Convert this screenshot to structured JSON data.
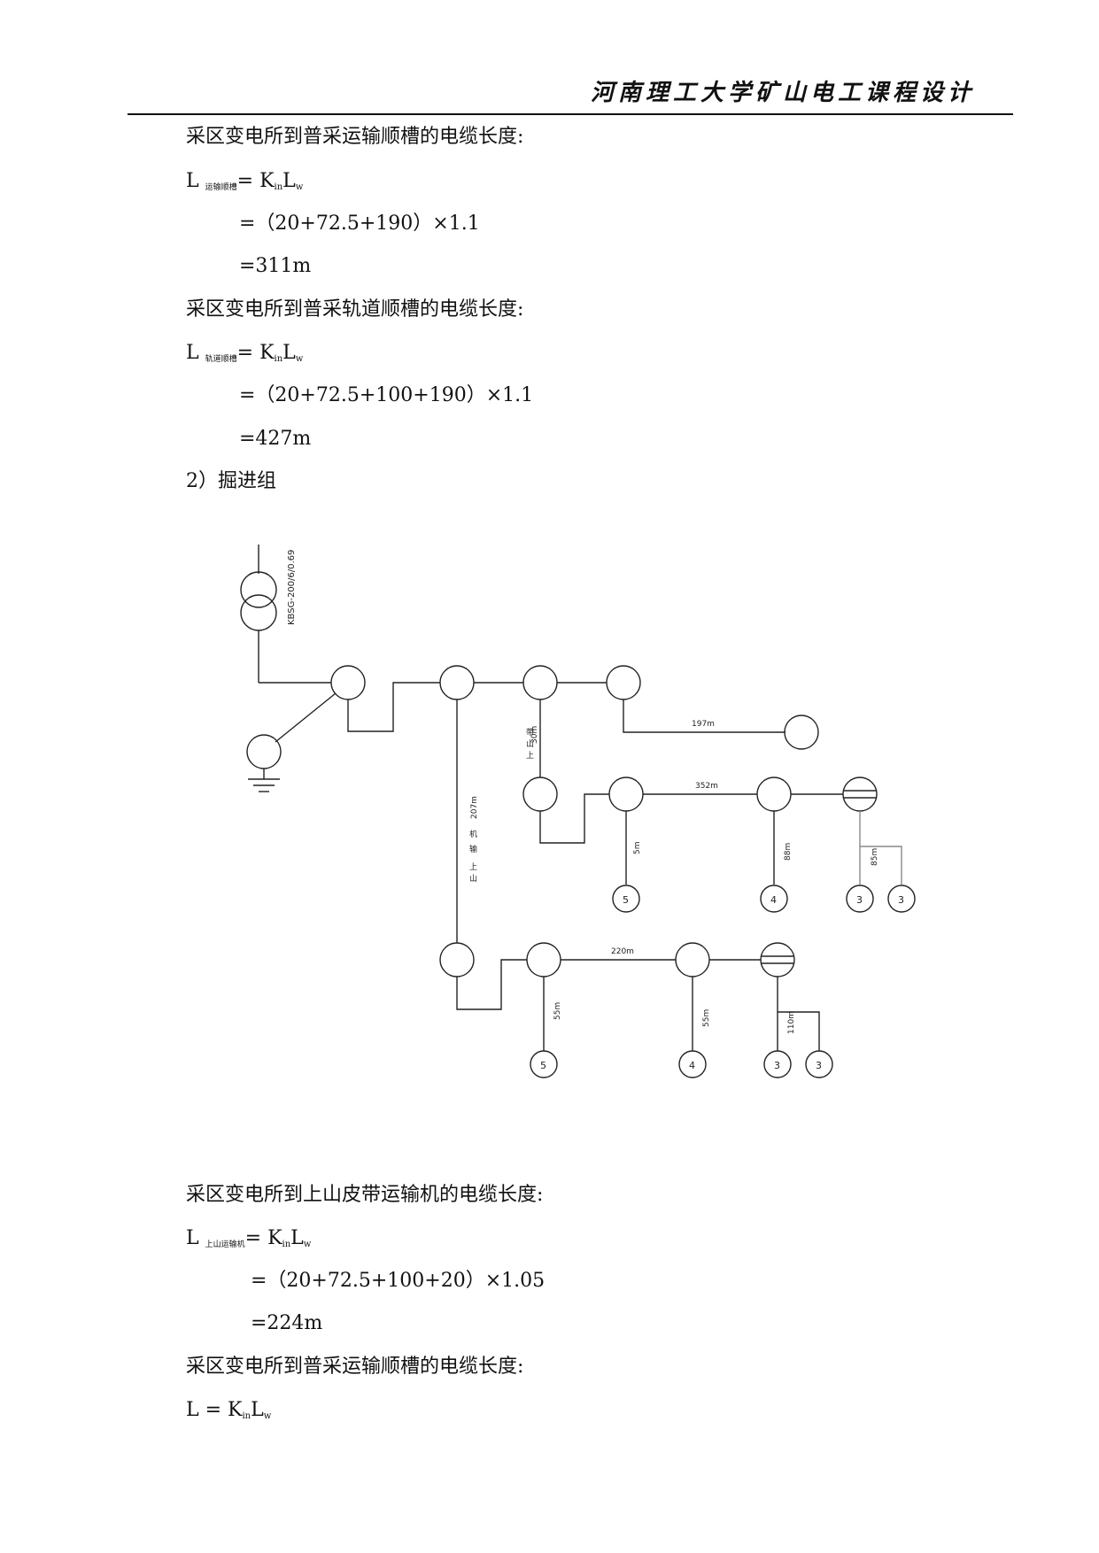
{
  "header": {
    "title": "河南理工大学矿山电工课程设计"
  },
  "section1": {
    "para1": "采区变电所到普采运输顺槽的电缆长度:",
    "f1_L": "L",
    "f1_sub": "运输顺槽",
    "f1_eq": "=",
    "f1_K": "K",
    "f1_Ksub": "in",
    "f1_Lw": "L",
    "f1_Lwsub": "w",
    "f1_line2": "=（20+72.5+190）×1.1",
    "f1_line3": "=311m",
    "para2": "采区变电所到普采轨道顺槽的电缆长度:",
    "f2_L": "L",
    "f2_sub": "轨道顺槽",
    "f2_eq": "=",
    "f2_K": "K",
    "f2_Ksub": "in",
    "f2_Lw": "L",
    "f2_Lwsub": "w",
    "f2_line2": "=（20+72.5+100+190）×1.1",
    "f2_line3": "=427m",
    "heading": "2）掘进组"
  },
  "diagram": {
    "transformer_label": "KBSG-200/6/0.69",
    "labels": {
      "l197": "197m",
      "l30": "30m",
      "v_shang": "上",
      "v_shan": "山",
      "v_jingbei": "带",
      "l352": "352m",
      "l207": "207m",
      "v_ji": "机",
      "v_ss": "输",
      "l5": "5m",
      "l88": "88m",
      "l85": "85m",
      "l220": "220m",
      "l55a": "55m",
      "l55b": "55m",
      "l110": "110m"
    },
    "nodes": {
      "n5a": "5",
      "n4a": "4",
      "n3a": "3",
      "n3b": "3",
      "n5b": "5",
      "n4b": "4",
      "n3c": "3",
      "n3d": "3"
    }
  },
  "section2": {
    "para1": "采区变电所到上山皮带运输机的电缆长度:",
    "f1_L": "L",
    "f1_sub": "上山运输机",
    "f1_eq": "=",
    "f1_K": "K",
    "f1_Ksub": "in",
    "f1_Lw": "L",
    "f1_Lwsub": "w",
    "f1_line2": "=（20+72.5+100+20）×1.05",
    "f1_line3": "=224m",
    "para2": "采区变电所到普采运输顺槽的电缆长度:",
    "f2_L": "L",
    "f2_eq": "=",
    "f2_K": "K",
    "f2_Ksub": "in",
    "f2_Lw": "L",
    "f2_Lwsub": "w"
  }
}
